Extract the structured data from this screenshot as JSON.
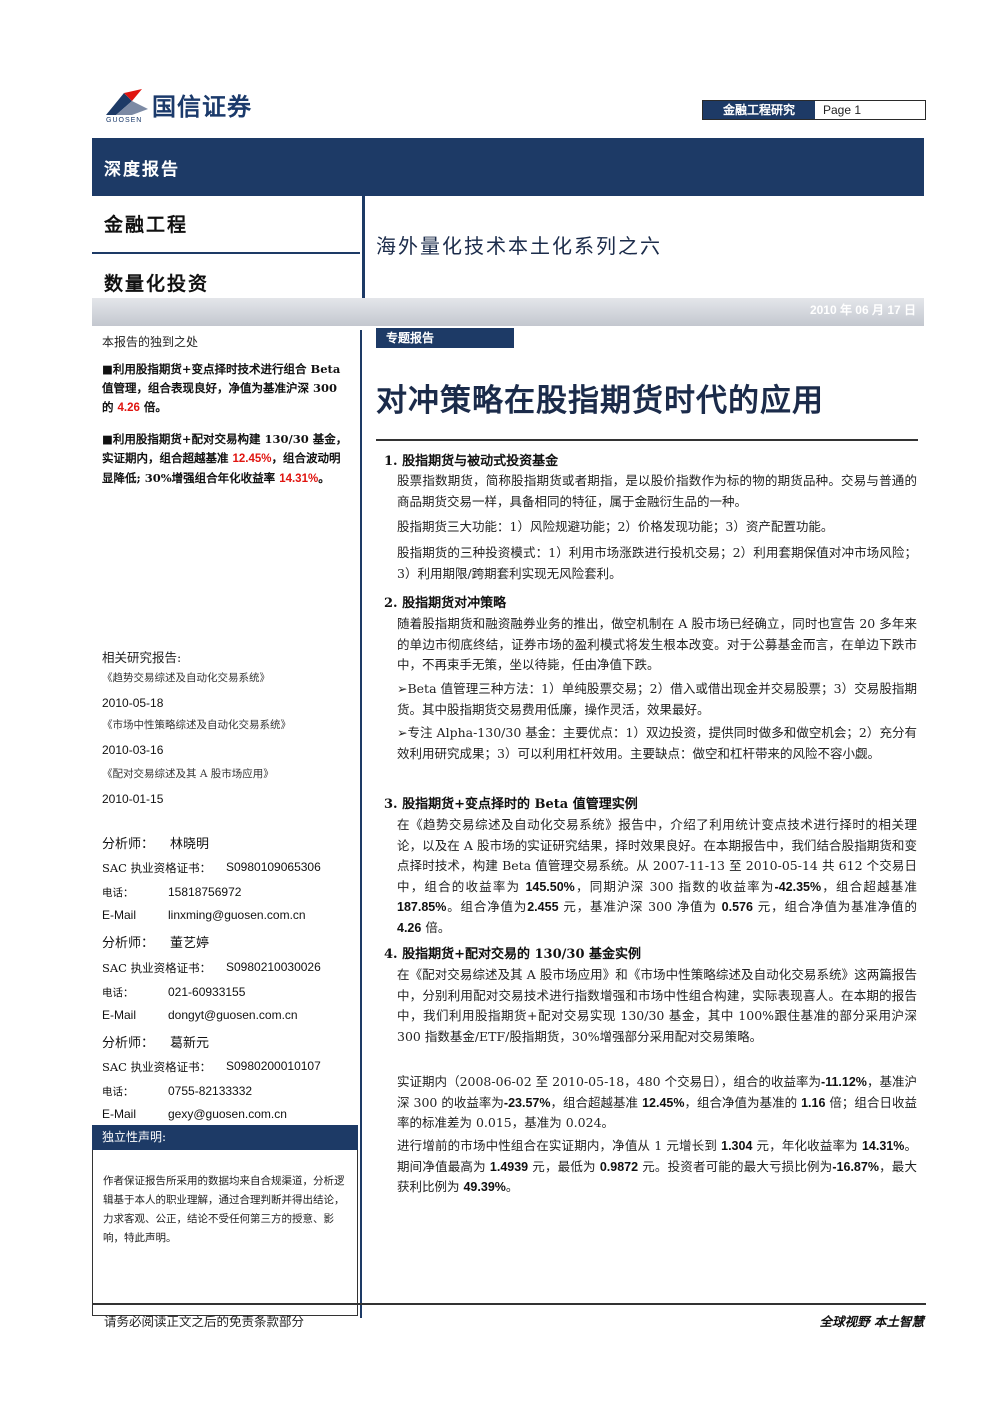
{
  "header": {
    "logo_text": "国信证券",
    "logo_sub": "GUOSEN",
    "dept": "金融工程研究",
    "page": "Page 1",
    "band": "深度报告",
    "category1": "金融工程",
    "category2": "数量化投资",
    "series": "海外量化技术本土化系列之六",
    "date": "2010 年 06 月 17 日"
  },
  "left": {
    "unique_title": "本报告的独到之处",
    "highlight1": {
      "pre": "■利用股指期货+变点择时技术进行组合 Beta 值管理，组合表现良好，净值为基准沪深 300 的 ",
      "num": "4.26",
      "post": " 倍。"
    },
    "highlight2": {
      "pre": "■利用股指期货+配对交易构建 130/30 基金，实证期内，组合超越基准 ",
      "num1": "12.45%",
      "mid": "，组合波动明显降低; 30%增强组合年化收益率 ",
      "num2": "14.31%",
      "post": "。"
    },
    "related_title": "相关研究报告:",
    "related": [
      {
        "title": "《趋势交易综述及自动化交易系统》",
        "date": "2010-05-18"
      },
      {
        "title": "《市场中性策略综述及自动化交易系统》",
        "date": "2010-03-16"
      },
      {
        "title": "《配对交易综述及其 A 股市场应用》",
        "date": "2010-01-15"
      }
    ],
    "analysts": [
      {
        "name_label": "分析师：",
        "name": "林晓明",
        "sac_label": "SAC 执业资格证书：",
        "sac": "S0980109065306",
        "tel_label": "电话：",
        "tel": "15818756972",
        "email_label": "E-Mail",
        "email": "linxming@guosen.com.cn"
      },
      {
        "name_label": "分析师：",
        "name": "董艺婷",
        "sac_label": "SAC 执业资格证书：",
        "sac": "S0980210030026",
        "tel_label": "电话：",
        "tel": "021-60933155",
        "email_label": "E-Mail",
        "email": "dongyt@guosen.com.cn"
      },
      {
        "name_label": "分析师：",
        "name": "葛新元",
        "sac_label": "SAC 执业资格证书：",
        "sac": "S0980200010107",
        "tel_label": "电话：",
        "tel": "0755-82133332",
        "email_label": "E-Mail",
        "email": "gexy@guosen.com.cn"
      }
    ],
    "independence_title": "独立性声明:",
    "independence_text": "作者保证报告所采用的数据均来自合规渠道，分析逻辑基于本人的职业理解，通过合理判断并得出结论，力求客观、公正，结论不受任何第三方的授意、影响，特此声明。"
  },
  "main": {
    "tag": "专题报告",
    "title": "对冲策略在股指期货时代的应用",
    "s1_title": "1. 股指期货与被动式投资基金",
    "s1_p1": "股票指数期货，简称股指期货或者期指，是以股价指数作为标的物的期货品种。交易与普通的商品期货交易一样，具备相同的特征，属于金融衍生品的一种。",
    "s1_p2": "股指期货三大功能：1）风险规避功能；2）价格发现功能；3）资产配置功能。",
    "s1_p3": "股指期货的三种投资模式：1）利用市场涨跌进行投机交易；2）利用套期保值对冲市场风险；3）利用期限/跨期套利实现无风险套利。",
    "s2_title": "2. 股指期货对冲策略",
    "s2_p1": "随着股指期货和融资融券业务的推出，做空机制在 A 股市场已经确立，同时也宣告 20 多年来的单边市彻底终结，证券市场的盈利模式将发生根本改变。对于公募基金而言，在单边下跌市中，不再束手无策，坐以待毙，任由净值下跌。",
    "s2_p2": "➢Beta 值管理三种方法：1）单纯股票交易；2）借入或借出现金并交易股票；3）交易股指期货。其中股指期货交易费用低廉，操作灵活，效果最好。",
    "s2_p3": "➢专注 Alpha-130/30 基金：主要优点：1）双边投资，提供同时做多和做空机会；2）充分有效利用研究成果；3）可以利用杠杆效用。主要缺点：做空和杠杆带来的风险不容小觑。",
    "s3_title": "3. 股指期货+变点择时的 Beta 值管理实例",
    "s3": {
      "a": "在《趋势交易综述及自动化交易系统》报告中，介绍了利用统计变点技术进行择时的相关理论，以及在 A 股市场的实证研究结果，择时效果良好。在本期报告中，我们结合股指期货和变点择时技术，构建 Beta 值管理交易系统。从 2007-11-13 至 2010-05-14 共 612 个交易日中，组合的收益率为 ",
      "n1": "145.50%",
      "b": "，同期沪深 300 指数的收益率为",
      "n2": "-42.35%",
      "c": "，组合超越基准",
      "n3": "187.85%",
      "d": "。组合净值为",
      "n4": "2.455",
      "e": " 元，基准沪深 300 净值为 ",
      "n5": "0.576",
      "f": " 元，组合净值为基准净值的 ",
      "n6": "4.26",
      "g": " 倍。"
    },
    "s4_title": "4. 股指期货+配对交易的 130/30 基金实例",
    "s4_p1": "在《配对交易综述及其 A 股市场应用》和《市场中性策略综述及自动化交易系统》这两篇报告中，分别利用配对交易技术进行指数增强和市场中性组合构建，实际表现喜人。在本期的报告中，我们利用股指期货+配对交易实现 130/30 基金，其中 100%跟住基准的部分采用沪深 300 指数基金/ETF/股指期货，30%增强部分采用配对交易策略。",
    "s4_p2": {
      "a": "实证期内（2008-06-02 至 2010-05-18，480 个交易日），组合的收益率为",
      "n1": "-11.12%",
      "b": "，基准沪深 300 的收益率为",
      "n2": "-23.57%",
      "c": "，组合超越基准 ",
      "n3": "12.45%",
      "d": "，组合净值为基准的 ",
      "n4": "1.16",
      "e": " 倍；组合日收益率的标准差为 0.015，基准为 0.024。"
    },
    "s4_p3": {
      "a": "进行增前的市场中性组合在实证期内，净值从 1 元增长到 ",
      "n1": "1.304",
      "b": " 元，年化收益率为 ",
      "n2": "14.31%",
      "c": "。期间净值最高为 ",
      "n3": "1.4939",
      "d": " 元，最低为 ",
      "n4": "0.9872",
      "e": " 元。投资者可能的最大亏损比例为",
      "n5": "-16.87%",
      "f": "，最大获利比例为 ",
      "n6": "49.39%",
      "g": "。"
    }
  },
  "footer": {
    "left": "请务必阅读正文之后的免责条款部分",
    "right": "全球视野  本土智慧"
  }
}
